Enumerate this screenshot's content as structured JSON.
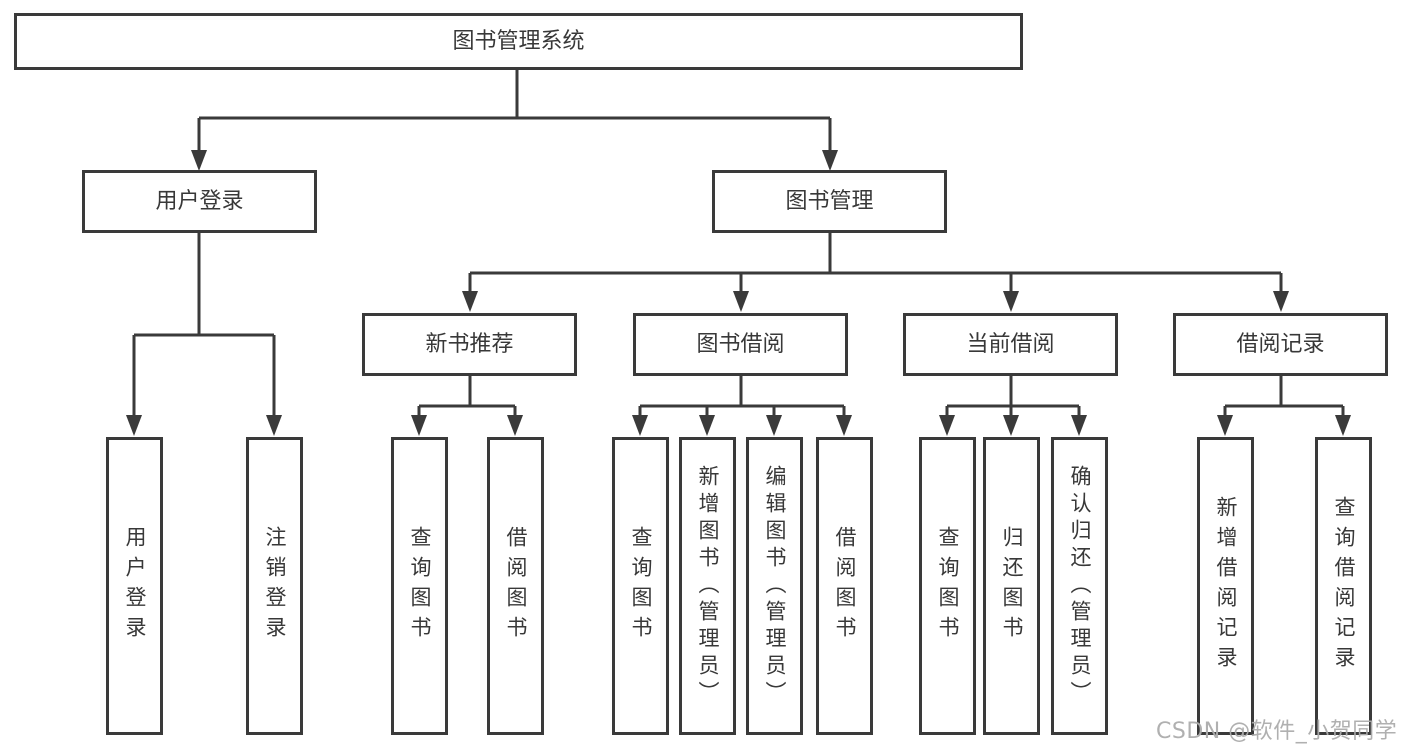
{
  "tree": {
    "root": {
      "label": "图书管理系统"
    },
    "branches": [
      {
        "label": "用户登录",
        "children": [
          {
            "label": "用户登录"
          },
          {
            "label": "注销登录"
          }
        ]
      },
      {
        "label": "图书管理",
        "children": [
          {
            "label": "新书推荐",
            "children": [
              {
                "label": "查询图书"
              },
              {
                "label": "借阅图书"
              }
            ]
          },
          {
            "label": "图书借阅",
            "children": [
              {
                "label": "查询图书"
              },
              {
                "label": "新增图书（管理员）"
              },
              {
                "label": "编辑图书（管理员）"
              },
              {
                "label": "借阅图书"
              }
            ]
          },
          {
            "label": "当前借阅",
            "children": [
              {
                "label": "查询图书"
              },
              {
                "label": "归还图书"
              },
              {
                "label": "确认归还（管理员）"
              }
            ]
          },
          {
            "label": "借阅记录",
            "children": [
              {
                "label": "新增借阅记录"
              },
              {
                "label": "查询借阅记录"
              }
            ]
          }
        ]
      }
    ]
  },
  "watermark": {
    "text": "CSDN @软件_小贺同学"
  },
  "colors": {
    "line": "#3a3a3a",
    "box_border": "#3a3a3a",
    "text": "#383838",
    "watermark": "#acacac",
    "background": "#ffffff"
  }
}
